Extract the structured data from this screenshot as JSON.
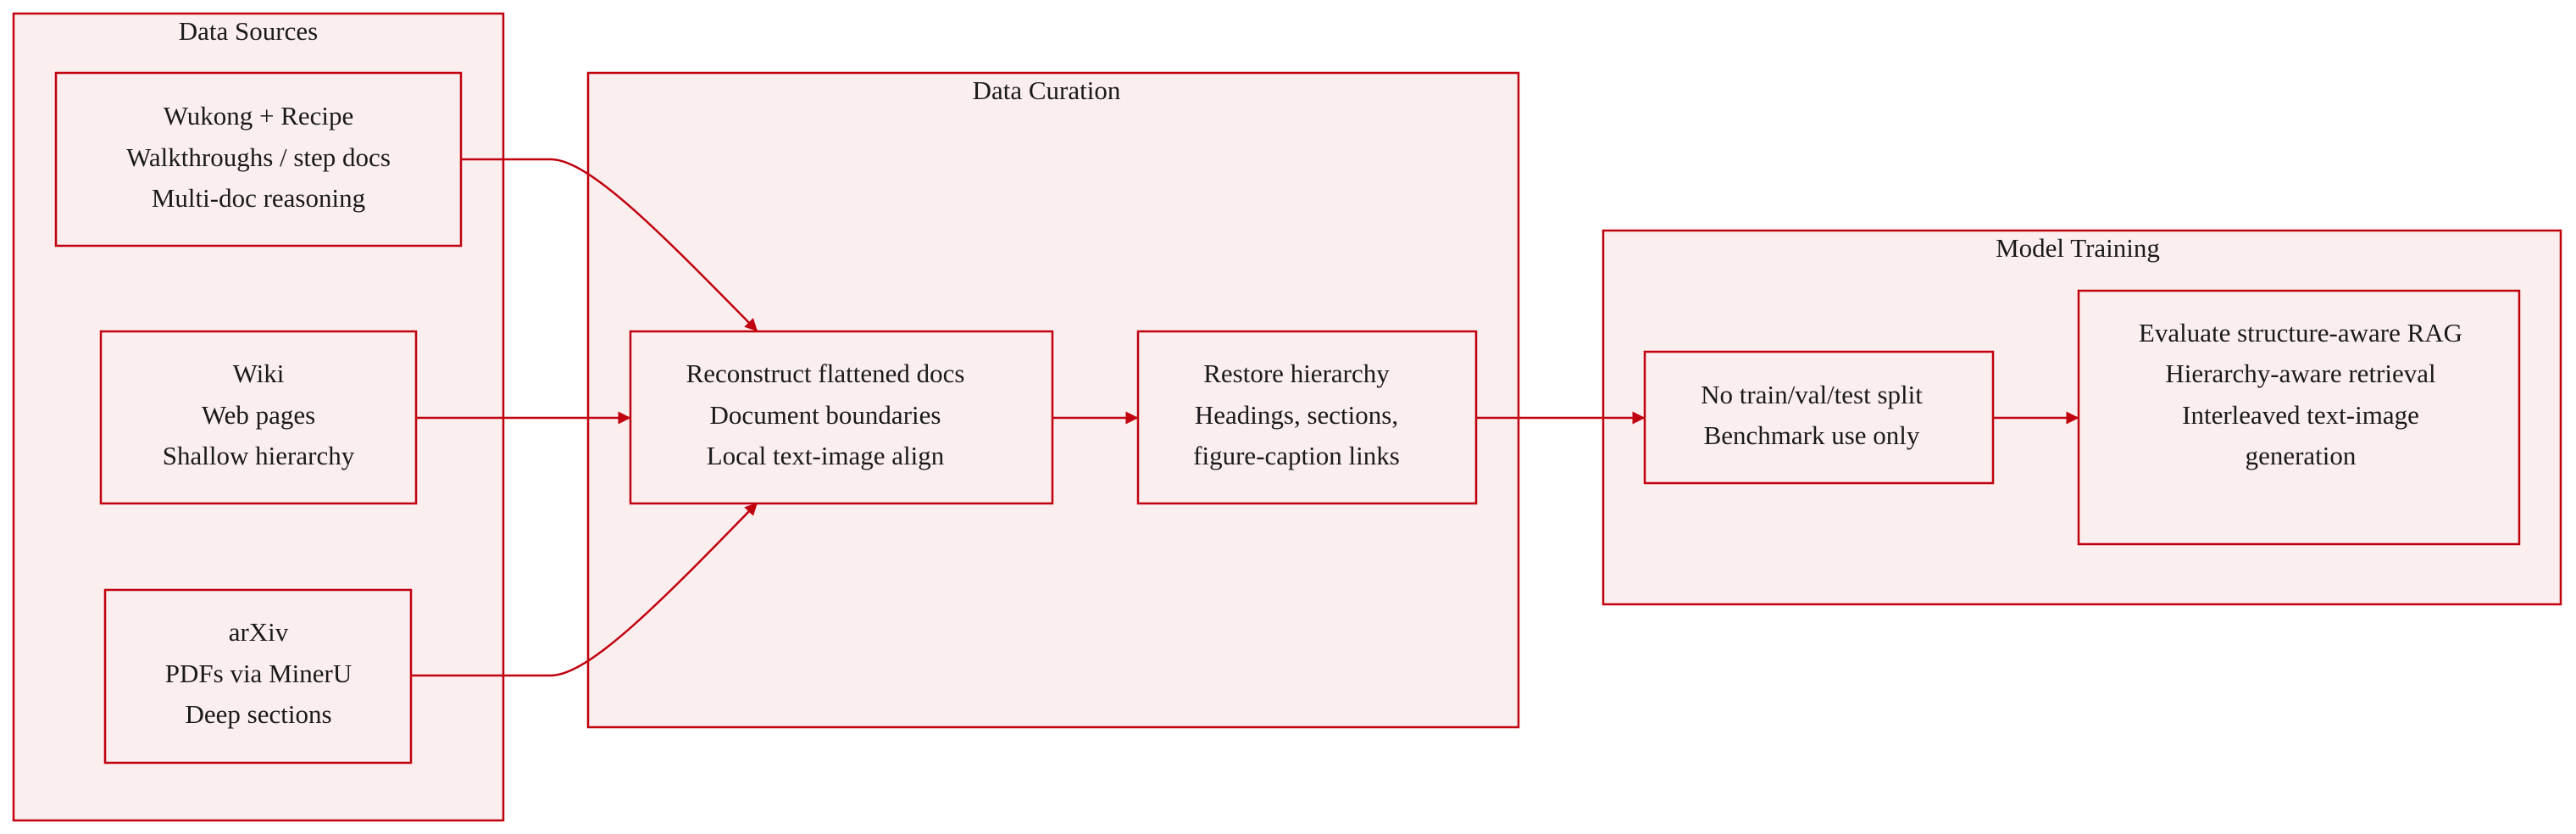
{
  "theme": {
    "stroke": "#c0000e",
    "fill": "#fbeeee",
    "text": "#1a1a1a"
  },
  "clusters": {
    "sources": {
      "title": "Data Sources"
    },
    "curation": {
      "title": "Data Curation"
    },
    "training": {
      "title": "Model Training"
    }
  },
  "nodes": {
    "wukong": {
      "lines": [
        "Wukong + Recipe",
        "Walkthroughs / step docs",
        "Multi-doc reasoning"
      ]
    },
    "wiki": {
      "lines": [
        "Wiki",
        "Web pages",
        "Shallow hierarchy"
      ]
    },
    "arxiv": {
      "lines": [
        "arXiv",
        "PDFs via MinerU",
        "Deep sections"
      ]
    },
    "reconstruct": {
      "lines": [
        "Reconstruct flattened docs",
        "Document boundaries",
        "Local text-image align"
      ]
    },
    "restore": {
      "lines": [
        "Restore hierarchy",
        "Headings, sections,",
        "figure-caption links"
      ]
    },
    "split": {
      "lines": [
        "No train/val/test split",
        "Benchmark use only"
      ]
    },
    "evaluate": {
      "lines": [
        "Evaluate structure-aware RAG",
        "Hierarchy-aware retrieval",
        "Interleaved text-image",
        "generation"
      ]
    }
  },
  "edges": [
    {
      "from": "wukong",
      "to": "reconstruct"
    },
    {
      "from": "wiki",
      "to": "reconstruct"
    },
    {
      "from": "arxiv",
      "to": "reconstruct"
    },
    {
      "from": "reconstruct",
      "to": "restore"
    },
    {
      "from": "restore",
      "to": "split"
    },
    {
      "from": "split",
      "to": "evaluate"
    }
  ]
}
